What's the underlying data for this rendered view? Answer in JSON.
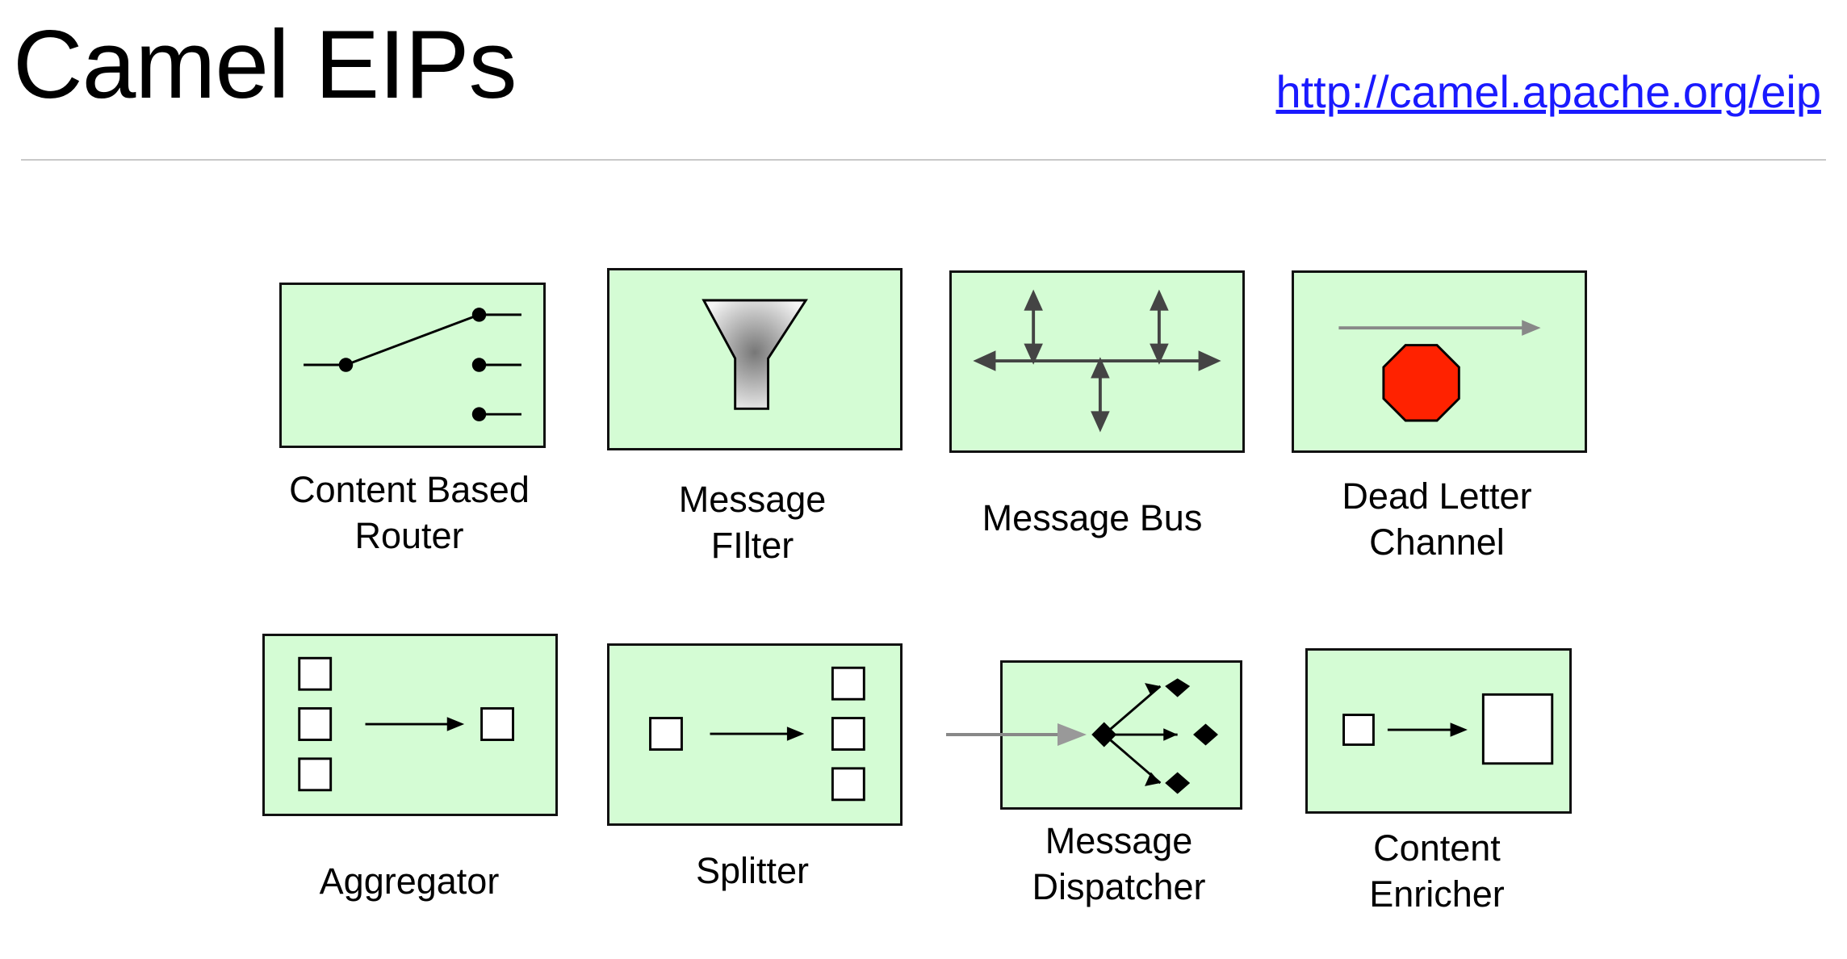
{
  "header": {
    "title": "Camel EIPs",
    "link": "http://camel.apache.org/eip"
  },
  "patterns": [
    {
      "icon": "content-based-router-icon",
      "line1": "Content Based",
      "line2": "Router"
    },
    {
      "icon": "message-filter-icon",
      "line1": "Message",
      "line2": "FIlter"
    },
    {
      "icon": "message-bus-icon",
      "line1": "Message Bus",
      "line2": ""
    },
    {
      "icon": "dead-letter-channel-icon",
      "line1": "Dead Letter",
      "line2": "Channel"
    },
    {
      "icon": "aggregator-icon",
      "line1": "Aggregator",
      "line2": ""
    },
    {
      "icon": "splitter-icon",
      "line1": "Splitter",
      "line2": ""
    },
    {
      "icon": "message-dispatcher-icon",
      "line1": "Message",
      "line2": "Dispatcher"
    },
    {
      "icon": "content-enricher-icon",
      "line1": "Content",
      "line2": "Enricher"
    }
  ],
  "colors": {
    "panel": "#d4fcd4",
    "stop": "#ff2200",
    "link": "#1a1aff"
  }
}
